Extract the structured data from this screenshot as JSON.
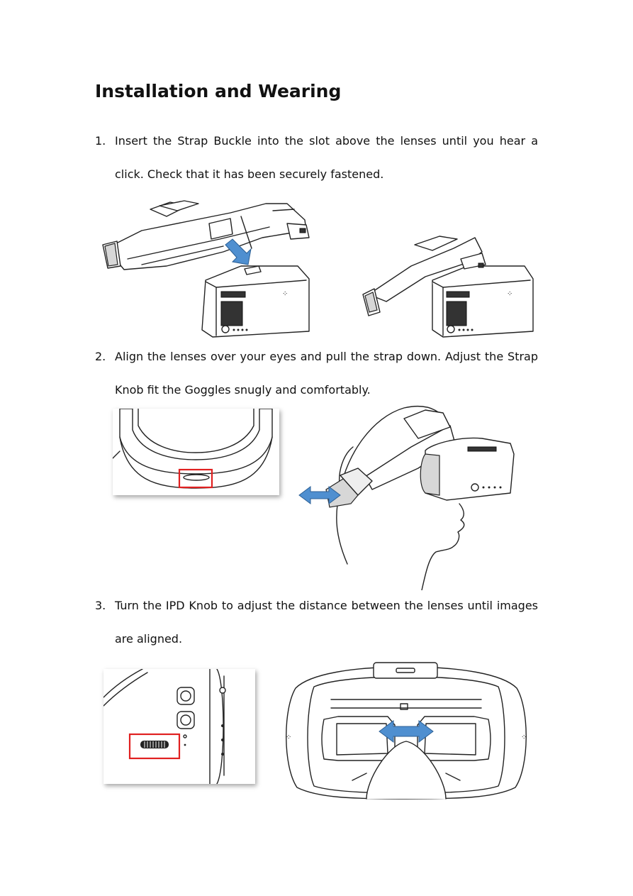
{
  "title": "Installation and Wearing",
  "steps": [
    {
      "number": "1.",
      "text": "Insert the Strap Buckle into the slot above the lenses until you hear a click. Check that it has been securely fastened."
    },
    {
      "number": "2.",
      "text": "Align the lenses over your eyes and pull the strap down. Adjust the Strap Knob fit the Goggles snugly and comfortably."
    },
    {
      "number": "3.",
      "text": "Turn the IPD Knob to adjust the distance between the lenses until images are aligned."
    }
  ],
  "colors": {
    "arrow": "#4f8fd0",
    "highlight": "#e02020"
  },
  "icons": [
    "insert-arrow-icon",
    "adjust-arrow-icon",
    "ipd-arrow-icon"
  ]
}
